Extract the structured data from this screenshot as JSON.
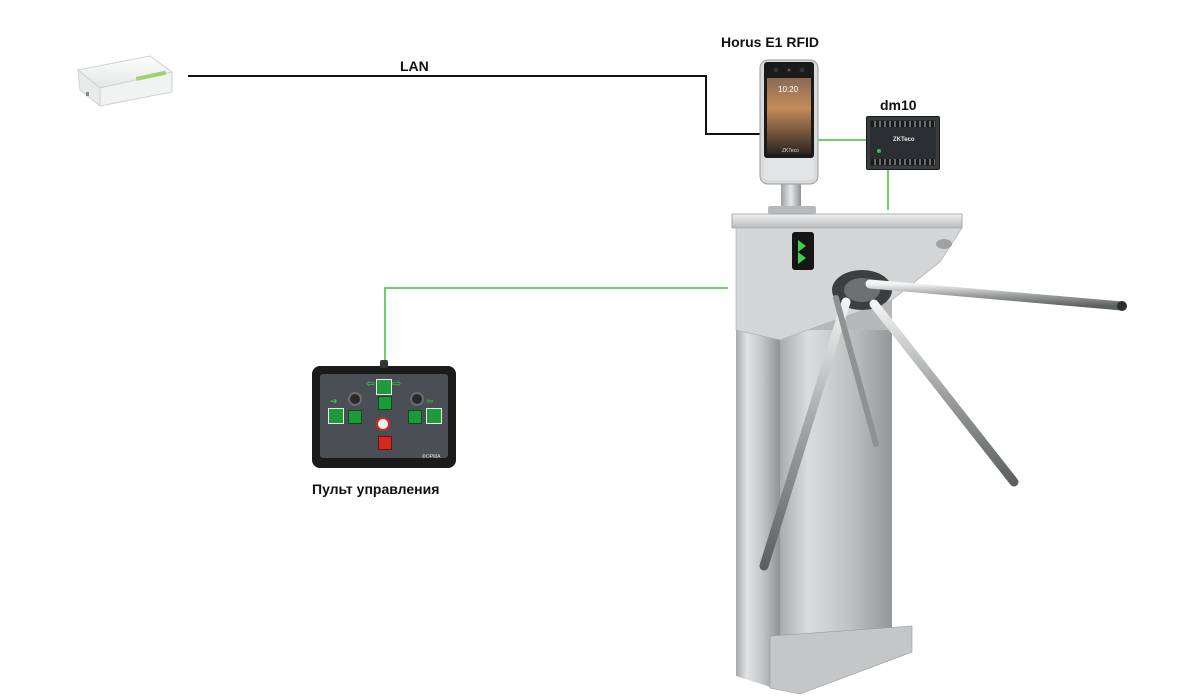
{
  "labels": {
    "lan": "LAN",
    "terminal": "Horus E1 RFID",
    "controller": "dm10",
    "remote": "Пульт управления"
  },
  "terminal_screen": {
    "time": "10:20"
  },
  "controller_brand": "ZKTeco",
  "remote_brand": "ФОРМА",
  "colors": {
    "network_line": "#111111",
    "signal_line": "#38c438",
    "panel": "#4a4f55",
    "button_green": "#1e9a3a",
    "button_red": "#d42a1e",
    "steel": "#c9cbcc"
  }
}
